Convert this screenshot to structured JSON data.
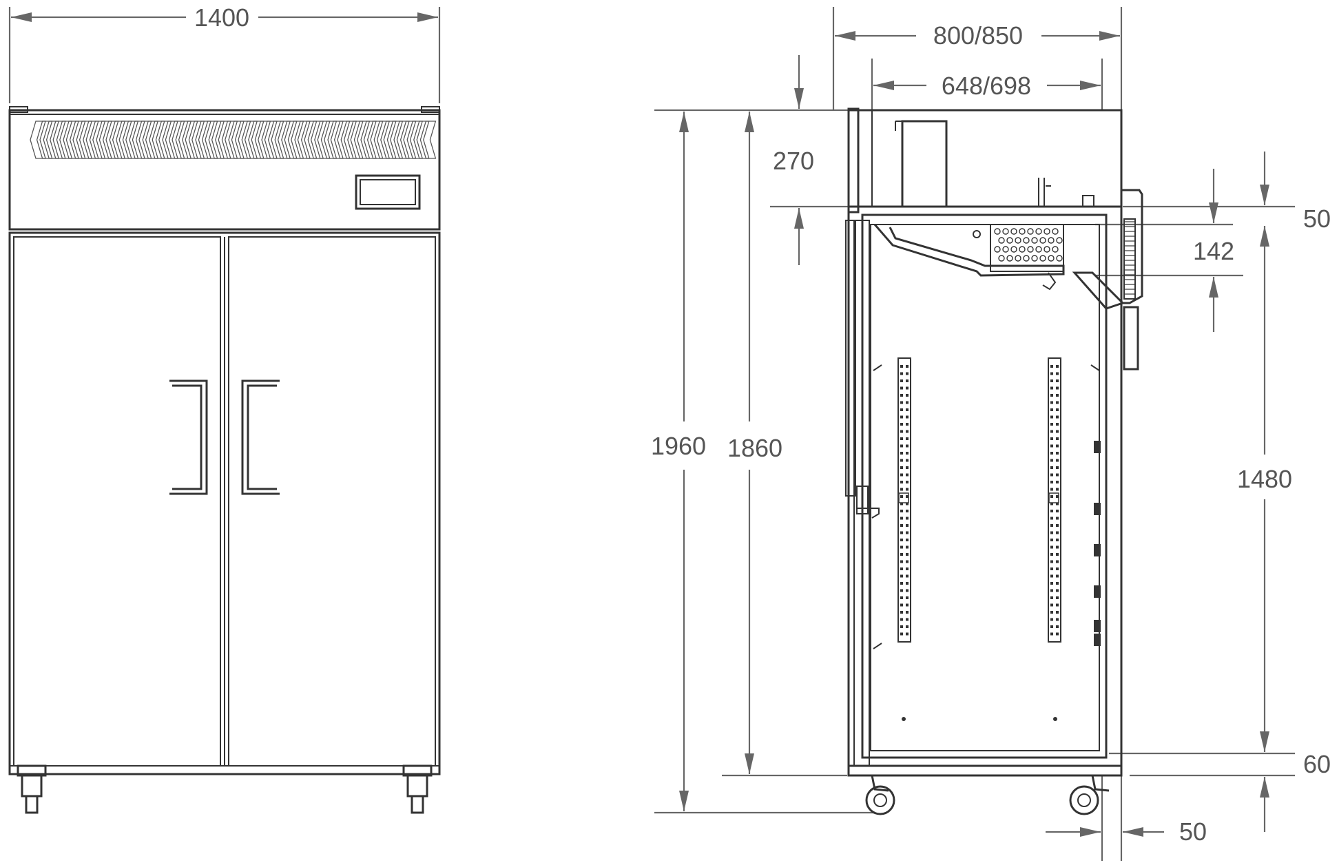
{
  "front_view": {
    "width_label": "1400"
  },
  "side_view": {
    "depth_label": "800/850",
    "inner_depth_label": "648/698",
    "top_section_label": "270",
    "overall_height_label": "1960",
    "body_height_label": "1860",
    "top_offset_label": "50",
    "vent_height_label": "142",
    "interior_height_label": "1480",
    "base_height_label": "60",
    "rear_offset_label": "50"
  },
  "colors": {
    "line": "#333333",
    "dimension": "#666666",
    "text": "#555555"
  }
}
